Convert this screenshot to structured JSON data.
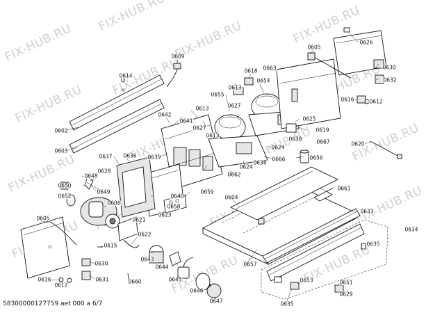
{
  "watermark_text": "FIX-HUB.RU",
  "footer_text": "58300000127759 aet 000 a 6/7",
  "part_numbers": {
    "p0602": "0602",
    "p0603": "0603",
    "p0604": "0604",
    "p0605a": "0605",
    "p0605b": "0605",
    "p0606": "0606",
    "p0609": "0609",
    "p0612a": "0612",
    "p0612b": "0612",
    "p0613a": "0613",
    "p0613b": "0613",
    "p0614": "0614",
    "p0615": "0615",
    "p0616a": "0616",
    "p0616b": "0616",
    "p0618": "0618",
    "p0619": "0619",
    "p0620": "0620",
    "p0621": "0621",
    "p0622": "0622",
    "p0623": "0623",
    "p0624a": "0624",
    "p0624b": "0624",
    "p0625": "0625",
    "p0626": "0626",
    "p0627a": "0627",
    "p0627b": "0627",
    "p0628": "0628",
    "p0629": "0629",
    "p0630a": "0630",
    "p0630b": "0630",
    "p0631": "0631",
    "p0632": "0632",
    "p0633": "0633",
    "p0634": "0634",
    "p0635a": "0635",
    "p0635b": "0635",
    "p0636": "0636",
    "p0637": "0637",
    "p0638a": "0638",
    "p0638b": "0638",
    "p0639": "0639",
    "p0640": "0640",
    "p0641": "0641",
    "p0642": "0642",
    "p0643": "0643",
    "p0644": "0644",
    "p0645": "0645",
    "p0646": "0646",
    "p0647": "0647",
    "p0648": "0648",
    "p0649": "0649",
    "p0650": "0650",
    "p0651": "0651",
    "p0652": "0652",
    "p0653": "0653",
    "p0654": "0654",
    "p0655": "0655",
    "p0656": "0656",
    "p0657": "0657",
    "p0658": "0658",
    "p0659": "0659",
    "p0660": "0660",
    "p0661": "0661",
    "p0662": "0662",
    "p0663": "0663",
    "p0666": "0666",
    "p0667": "0667"
  }
}
